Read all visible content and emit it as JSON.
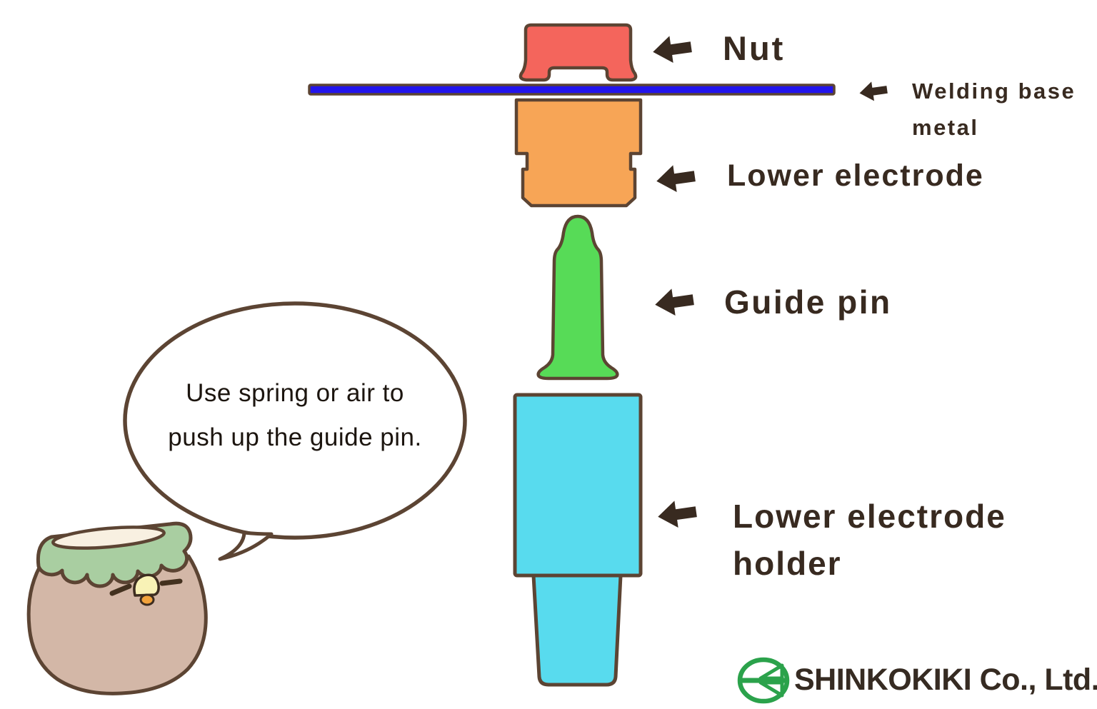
{
  "colors": {
    "background": "#FFFFFF",
    "outline_brown": "#5C4433",
    "label_text": "#382A20",
    "arrow": "#382A20",
    "nut_fill": "#F4655C",
    "welding_base_metal_fill": "#2214EC",
    "lower_electrode_fill": "#F7A556",
    "guide_pin_fill": "#57DB57",
    "holder_fill": "#58DBEE",
    "bubble_fill": "#FFFFFF",
    "bubble_text": "#1C150F",
    "logo_green": "#2BA24B",
    "company_text": "#362B22",
    "mascot_body_fill": "#D3B7A7",
    "mascot_collar_fill": "#A9CEA1",
    "mascot_opening_fill": "#F8F0E1",
    "mascot_eye": "#43311F",
    "chick_face_fill": "#F8F2B6",
    "chick_beak_fill": "#F2A33C"
  },
  "diagram": {
    "parts": {
      "nut": {
        "label": "Nut"
      },
      "welding_base_metal": {
        "label_line1": "Welding base",
        "label_line2": "metal"
      },
      "lower_electrode": {
        "label": "Lower electrode"
      },
      "guide_pin": {
        "label": "Guide pin"
      },
      "lower_electrode_holder": {
        "label_line1": "Lower electrode",
        "label_line2": "holder"
      }
    }
  },
  "speech_bubble": {
    "line1": "Use spring or air to",
    "line2": "push up the guide pin."
  },
  "footer": {
    "company_name": "SHINKOKIKI Co., Ltd."
  }
}
